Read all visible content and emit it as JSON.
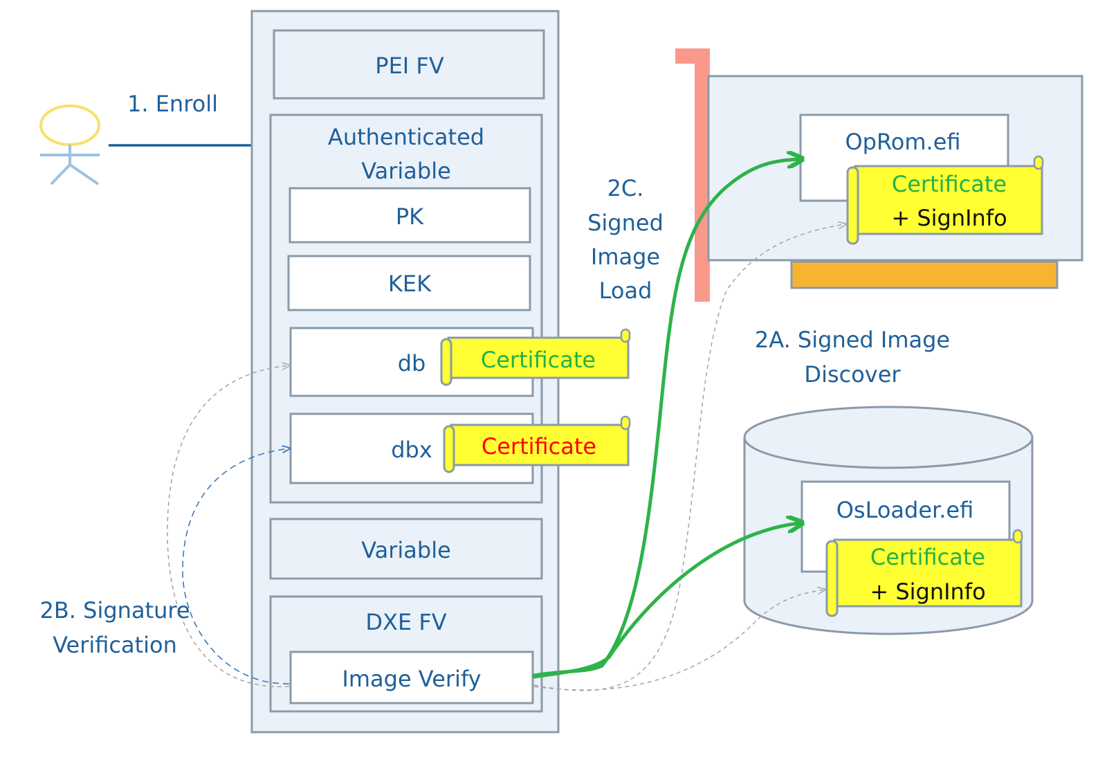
{
  "colors": {
    "label_blue": "#1f5f99",
    "panel_fill": "#eaf1f9",
    "panel_stroke": "#8a9aa8",
    "cert_fill": "#ffff33",
    "cert_green_text": "#22b14c",
    "cert_red_text": "#ff0000",
    "arrow_green": "#2db34a",
    "enroll_arrow": "#1f5f99",
    "slot_bracket": "#f8998c",
    "card_edge": "#f8b430",
    "actor_head": "#f7e06a",
    "actor_body": "#9cc2e0"
  },
  "actor": {
    "icon": "person-icon"
  },
  "labels": {
    "enroll": "1. Enroll",
    "signed_image_load": [
      "2C.",
      "Signed",
      "Image",
      "Load"
    ],
    "signed_image_discover": [
      "2A. Signed Image",
      "Discover"
    ],
    "signature_verification": [
      "2B. Signature",
      "Verification"
    ]
  },
  "firmware": {
    "pei_fv": "PEI FV",
    "authenticated_variable": [
      "Authenticated",
      "Variable"
    ],
    "pk": "PK",
    "kek": "KEK",
    "db": {
      "label": "db",
      "certificate": "Certificate"
    },
    "dbx": {
      "label": "dbx",
      "certificate": "Certificate"
    },
    "variable": "Variable",
    "dxe_fv": "DXE FV",
    "image_verify": "Image Verify"
  },
  "oprom": {
    "file": "OpRom.efi",
    "certificate": "Certificate",
    "sign_info": "+ SignInfo"
  },
  "disk": {
    "file": "OsLoader.efi",
    "certificate": "Certificate",
    "sign_info": "+ SignInfo"
  }
}
